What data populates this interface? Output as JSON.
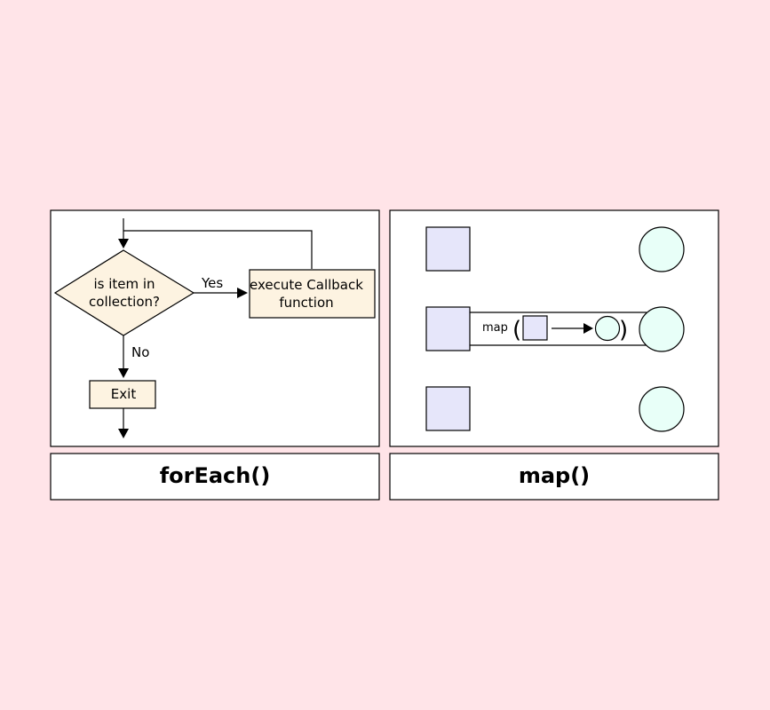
{
  "foreach_panel": {
    "decision_text_line1": "is item in",
    "decision_text_line2": "collection?",
    "yes_label": "Yes",
    "no_label": "No",
    "callback_text_line1": "execute Callback",
    "callback_text_line2": "function",
    "exit_label": "Exit",
    "caption": "forEach()"
  },
  "map_panel": {
    "map_label": "map",
    "open_paren": "(",
    "close_paren": ")",
    "caption": "map()"
  },
  "colors": {
    "background": "#ffe4e8",
    "cream_node": "#fdf3e1",
    "square_fill": "#e6e6fa",
    "circle_fill": "#e8fff8"
  }
}
